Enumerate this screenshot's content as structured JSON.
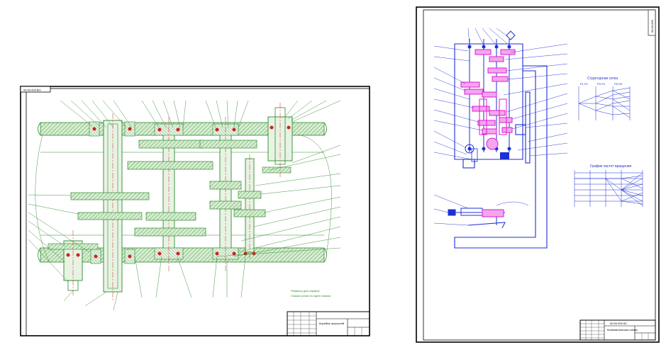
{
  "sheet1": {
    "corner_stamp": "00.00.000 ВО",
    "note_lines": [
      "Размеры для справок.",
      "Смазка узлов по карте смазки."
    ],
    "title_block": {
      "name": "Коробка скоростей"
    }
  },
  "sheet2": {
    "side_stamp": "00.00.000",
    "chart_top": {
      "title": "Структурная сетка",
      "cols": [
        "P1 P2",
        "P3 P4",
        "P5 P6"
      ]
    },
    "chart_bottom": {
      "title": "График частот вращения"
    },
    "title_block": {
      "code": "00.00.000 КС",
      "name": "Кинематическая схема"
    }
  },
  "colors": {
    "frame": "#000000",
    "green": "#2f8a2f",
    "hatch_fill": "#c9e3c2",
    "blue": "#1d2fd6",
    "magenta": "#e01ad6",
    "red": "#cc2222"
  }
}
